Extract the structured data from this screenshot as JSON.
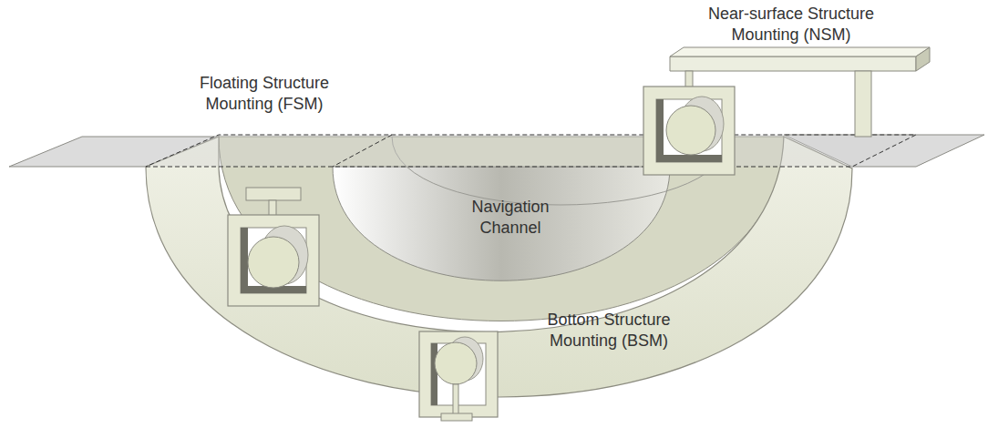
{
  "diagram": {
    "labels": [
      "Floating Structure Mounting (FSM)",
      "Near-surface Structure Mounting (NSM)",
      "Navigation Channel",
      "Bottom Structure Mounting (BSM)"
    ]
  }
}
